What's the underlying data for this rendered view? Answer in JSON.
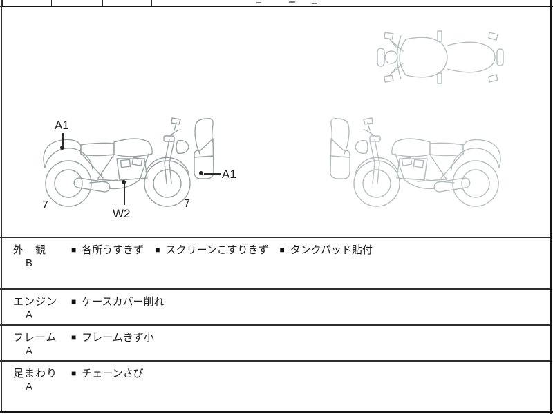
{
  "sheet": {
    "diagram_labels": {
      "rear_cowl": "A1",
      "front_fairing": "A1",
      "engine": "W2",
      "rear_tire": "7",
      "front_tire": "7"
    },
    "condition_sections": [
      {
        "label": "外　観",
        "grade": "B",
        "items": [
          "各所うすきず",
          "スクリーンこすりきず",
          "タンクパッド貼付"
        ]
      },
      {
        "label": "エンジン",
        "grade": "A",
        "items": [
          "ケースカバー削れ"
        ]
      },
      {
        "label": "フレーム",
        "grade": "A",
        "items": [
          "フレームきず小"
        ]
      },
      {
        "label": "足まわり",
        "grade": "A",
        "items": [
          "チェーンさび"
        ]
      }
    ],
    "colors": {
      "line": "#2a2a2a",
      "bike_primary": "#9aa1a1",
      "bike_secondary": "#b7bdbd"
    }
  }
}
